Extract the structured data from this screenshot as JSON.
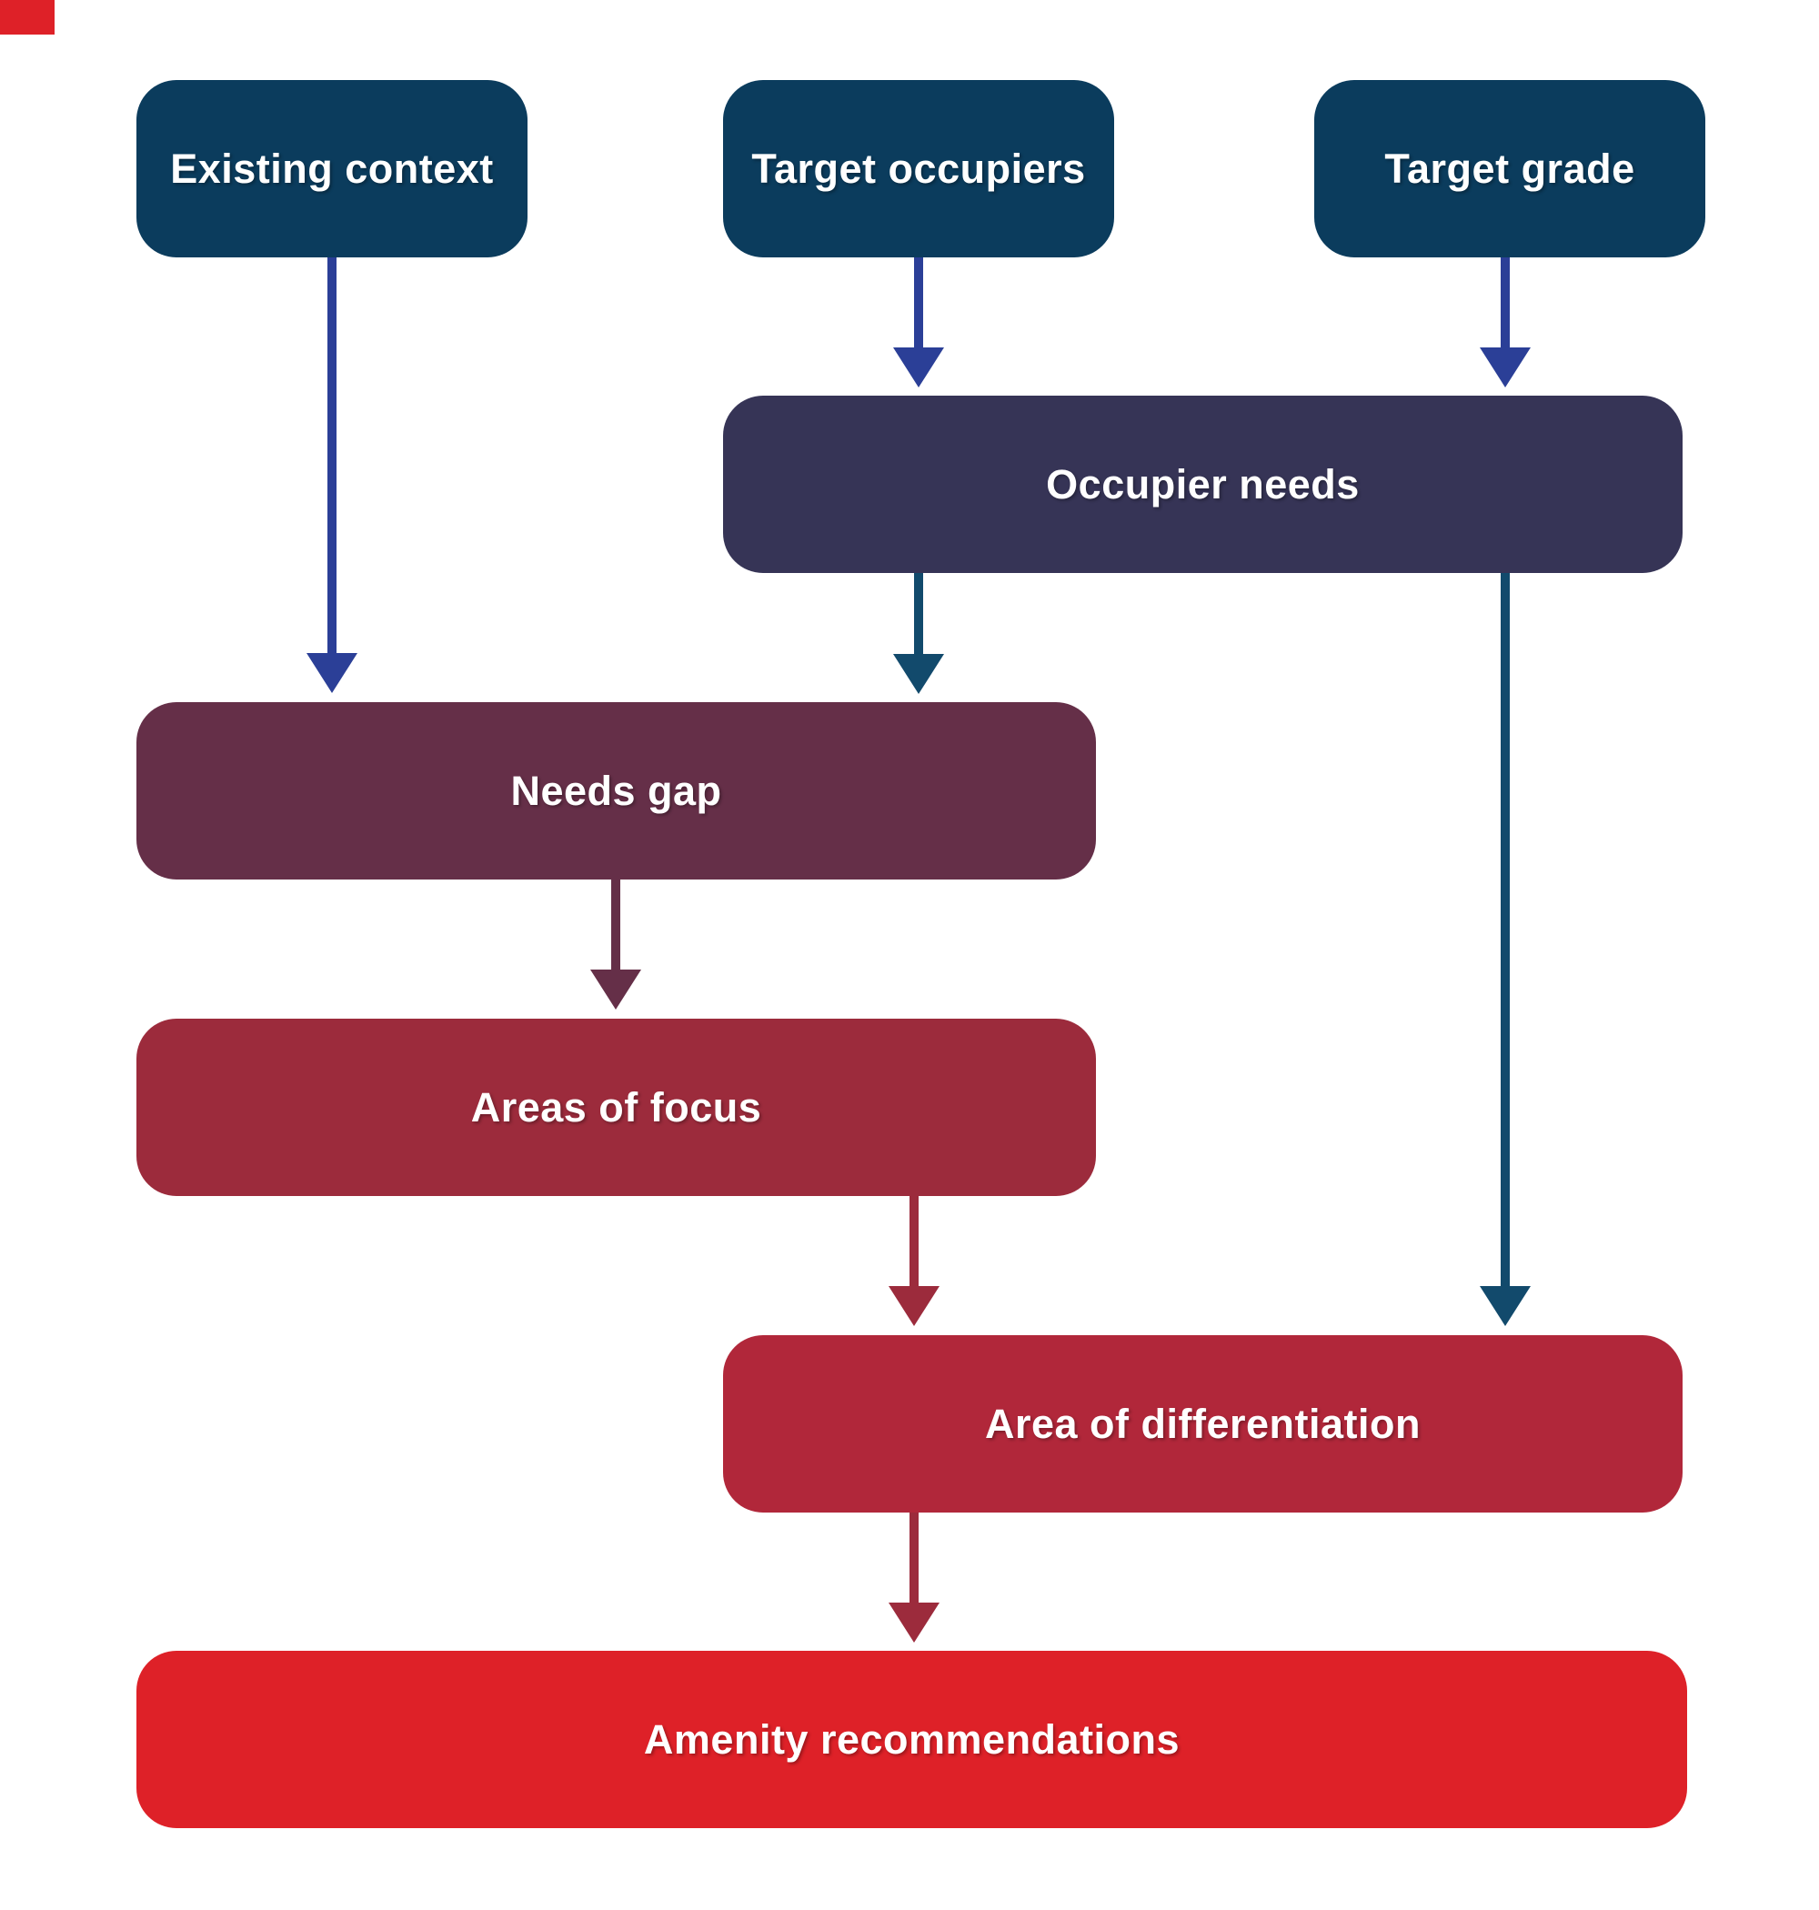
{
  "diagram": {
    "type": "flowchart",
    "nodes": [
      {
        "id": "existing-context",
        "label": "Existing context",
        "color": "#0b3c5d"
      },
      {
        "id": "target-occupiers",
        "label": "Target occupiers",
        "color": "#0b3c5d"
      },
      {
        "id": "target-grade",
        "label": "Target grade",
        "color": "#0b3c5d"
      },
      {
        "id": "occupier-needs",
        "label": "Occupier needs",
        "color": "#363456"
      },
      {
        "id": "needs-gap",
        "label": "Needs gap",
        "color": "#652f48"
      },
      {
        "id": "areas-of-focus",
        "label": "Areas of focus",
        "color": "#9c2b3c"
      },
      {
        "id": "area-of-differentiation",
        "label": "Area of differentiation",
        "color": "#b1273a"
      },
      {
        "id": "amenity-recommendations",
        "label": "Amenity recommendations",
        "color": "#de2128"
      }
    ],
    "edges": [
      {
        "from": "existing-context",
        "to": "needs-gap",
        "color": "#2b3f97"
      },
      {
        "from": "target-occupiers",
        "to": "occupier-needs",
        "color": "#2b3f97"
      },
      {
        "from": "target-grade",
        "to": "occupier-needs",
        "color": "#2b3f97"
      },
      {
        "from": "occupier-needs",
        "to": "needs-gap",
        "color": "#124a6c"
      },
      {
        "from": "occupier-needs",
        "to": "area-of-differentiation",
        "color": "#124a6c"
      },
      {
        "from": "needs-gap",
        "to": "areas-of-focus",
        "color": "#652f48"
      },
      {
        "from": "areas-of-focus",
        "to": "area-of-differentiation",
        "color": "#9c2b3c"
      },
      {
        "from": "area-of-differentiation",
        "to": "amenity-recommendations",
        "color": "#9c2b3c"
      }
    ],
    "corner_accent": {
      "color": "#de2128"
    },
    "text_color": "#ffffff",
    "background": "#ffffff"
  }
}
